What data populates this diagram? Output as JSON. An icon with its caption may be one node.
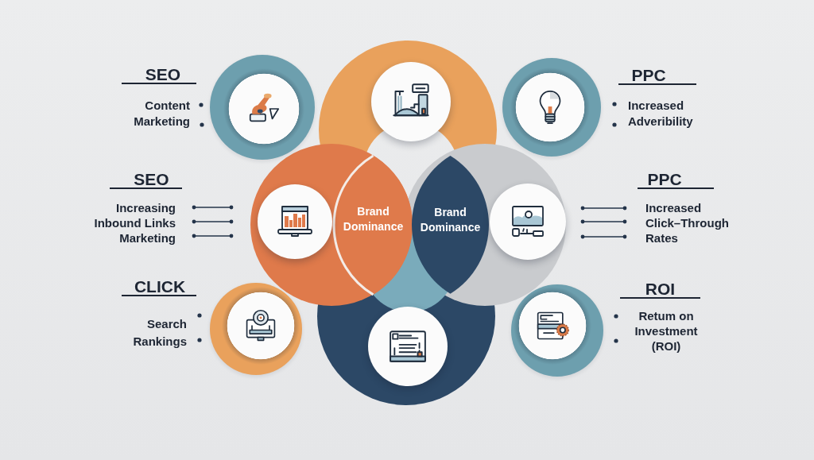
{
  "diagram": {
    "nodes": [
      {
        "text": [],
        "shape": "circle",
        "beside": [
          "SEO",
          "Content Marketing"
        ]
      },
      {
        "text": [],
        "shape": "circle"
      },
      {
        "text": [],
        "shape": "circle",
        "beside": [
          "PPC",
          "Increased Adveribility"
        ]
      },
      {
        "text": [],
        "shape": "circle",
        "beside": [
          "SEO",
          "Increasing Inbound Links Marketing"
        ]
      },
      {
        "text": [
          "Brand Dominance"
        ]
      },
      {
        "text": [
          "Brand Dominance"
        ]
      },
      {
        "text": [],
        "shape": "circle",
        "beside": [
          "PPC",
          "Increased Click–Through Rates"
        ]
      },
      {
        "text": [],
        "shape": "circle",
        "beside": [
          "CLICK",
          "Search Rankings"
        ]
      },
      {
        "text": [],
        "shape": "circle"
      },
      {
        "text": [],
        "shape": "circle",
        "beside": [
          "ROI",
          "Retum on Investment (ROI)"
        ]
      }
    ]
  }
}
